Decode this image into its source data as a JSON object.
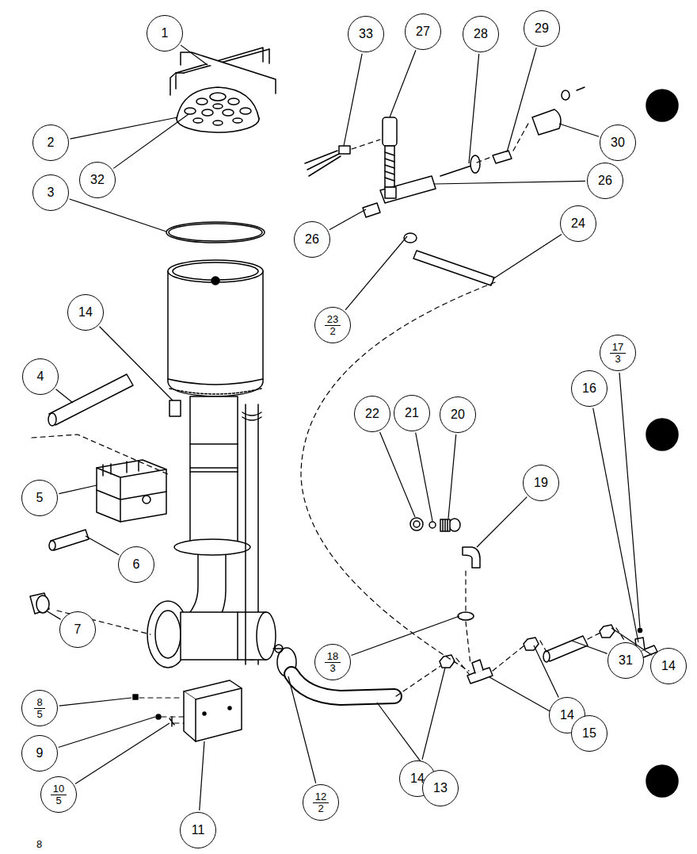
{
  "diagram": {
    "nodes": [
      {
        "text": [
          "29"
        ]
      },
      {
        "text": [
          "27"
        ]
      },
      {
        "text": [
          "1"
        ]
      },
      {
        "text": [
          "33"
        ]
      },
      {
        "text": [
          "28"
        ]
      },
      {
        "text": [
          "2"
        ]
      },
      {
        "text": [
          "30"
        ]
      },
      {
        "text": [
          "26"
        ]
      },
      {
        "text": [
          "32"
        ]
      },
      {
        "text": [
          "3"
        ]
      },
      {
        "text": [
          "24"
        ]
      },
      {
        "text": [
          "26"
        ]
      },
      {
        "text": [
          "14"
        ]
      },
      {
        "text": [
          "23",
          "2"
        ]
      },
      {
        "text": [
          "17",
          "3"
        ]
      },
      {
        "text": [
          "4"
        ]
      },
      {
        "text": [
          "16"
        ]
      },
      {
        "text": [
          "22"
        ]
      },
      {
        "text": [
          "21"
        ]
      },
      {
        "text": [
          "20"
        ]
      },
      {
        "text": [
          "19"
        ]
      },
      {
        "text": [
          "5"
        ]
      },
      {
        "text": [
          "6"
        ]
      },
      {
        "text": [
          "7"
        ]
      },
      {
        "text": [
          "18",
          "3"
        ]
      },
      {
        "text": [
          "31"
        ]
      },
      {
        "text": [
          "14"
        ]
      },
      {
        "text": [
          "8",
          "5"
        ]
      },
      {
        "text": [
          "14"
        ]
      },
      {
        "text": [
          "15"
        ]
      },
      {
        "text": [
          "9"
        ]
      },
      {
        "text": [
          "14"
        ]
      },
      {
        "text": [
          "10",
          "5"
        ]
      },
      {
        "text": [
          "12",
          "2"
        ]
      },
      {
        "text": [
          "13"
        ]
      },
      {
        "text": [
          "11"
        ]
      }
    ],
    "labels": [
      "8"
    ]
  }
}
